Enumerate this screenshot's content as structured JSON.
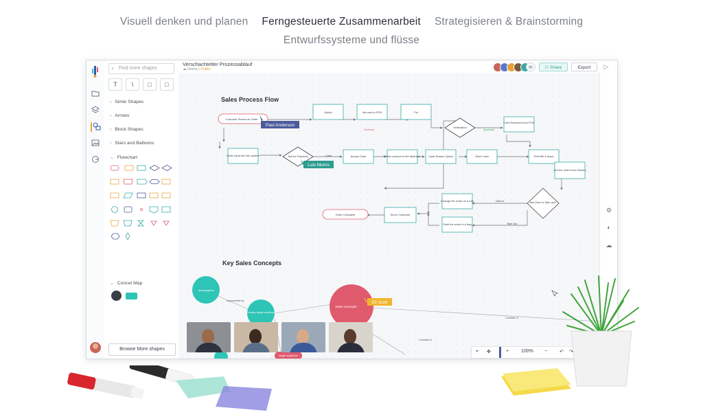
{
  "nav_tabs": [
    {
      "label": "Visuell denken und planen",
      "active": false
    },
    {
      "label": "Ferngesteuerte Zusammenarbeit",
      "active": true
    },
    {
      "label": "Strategisieren & Brainstorming",
      "active": false
    },
    {
      "label": "Entwurfssysteme und flüsse",
      "active": false
    }
  ],
  "app": {
    "doc_title": "Verschachtelter Prozessablauf",
    "breadcrumb_home": "Home",
    "breadcrumb_status": "Public",
    "share_label": "Share",
    "export_label": "Export",
    "zoom_level": "100%"
  },
  "panel": {
    "search_placeholder": "Find more shapes",
    "tools": [
      "T",
      "\\",
      "□",
      "□"
    ],
    "categories": [
      "Simle Shapes",
      "Arrows",
      "Block Shapes",
      "Stars and Balloons",
      "Flowchart"
    ],
    "concept_map_label": "Concet Map",
    "browse_label": "Browse More shapes"
  },
  "flow": {
    "title": "Sales Process Flow",
    "nodes": {
      "start": "Customer Places an Order",
      "option": "Option",
      "card_pos": "Via card to POS",
      "pin": "Pin",
      "verification": "Verification",
      "card_returned": "Card Returned from POS",
      "order_input": "Order input into the system",
      "ask_payment": "Ask for Payment",
      "accept_cash": "Accept Cash",
      "order_machine": "Order amount to the Machine",
      "cash_drawer": "Cash Drawer Opens",
      "store_cash": "Store Cash",
      "print_bill": "Print Bill & Issue",
      "get_order": "Get the order from Kitchen",
      "ask_dine": "Ask Dine-In Take out?",
      "arrange_tray": "Arrange the order on a tray",
      "pack_order": "Pack the order in a bag",
      "serve": "Serve Customer",
      "complete": "Order Complete"
    },
    "edges": {
      "declined": "Declined",
      "approved": "Approved",
      "cash": "Cash",
      "dine_in": "Dine-in",
      "take_out": "Take Out"
    },
    "cursors": [
      "Paul Anderson",
      "Luis Morris",
      "Eli scott"
    ]
  },
  "concepts": {
    "title": "Key  Sales Concepts",
    "demographic": "demographic",
    "represented_by": "represented by",
    "primary_target": "Primary target audience",
    "sales_concepts": "Sales Concepts",
    "consists_of_1": "Consists of",
    "consists_of_2": "Consists of",
    "target_audience": "target audience"
  },
  "colors": {
    "teal": "#2ec4b6",
    "pink": "#e05a6e",
    "navy": "#4a5a9a",
    "cursor_teal": "#2e9c8f",
    "cursor_yellow": "#f1b52c",
    "node_stroke": "#3aa8a8"
  }
}
